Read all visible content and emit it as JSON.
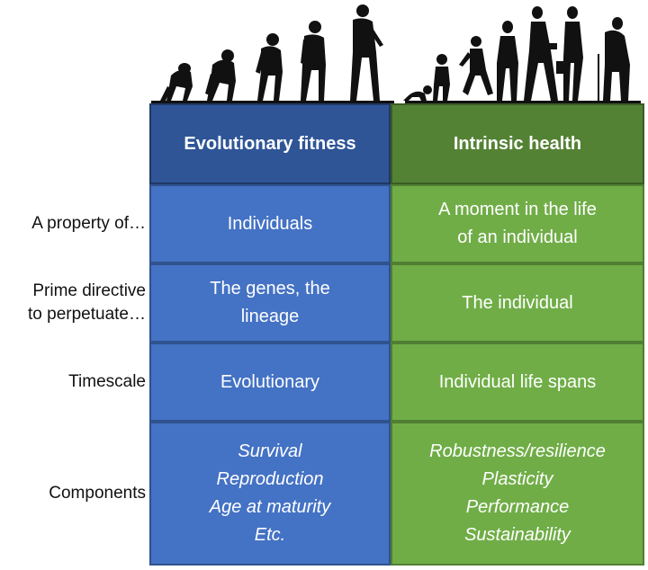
{
  "headers": {
    "fitness": "Evolutionary fitness",
    "health": "Intrinsic health"
  },
  "rows": [
    {
      "label": [
        "A property of…"
      ],
      "fitness": [
        "Individuals"
      ],
      "health": [
        "A moment in the life",
        "of an individual"
      ]
    },
    {
      "label": [
        "Prime directive",
        "to perpetuate…"
      ],
      "fitness": [
        "The genes, the",
        "lineage"
      ],
      "health": [
        "The individual"
      ]
    },
    {
      "label": [
        "Timescale"
      ],
      "fitness": [
        "Evolutionary"
      ],
      "health": [
        "Individual life spans"
      ]
    },
    {
      "label": [
        "Components"
      ],
      "fitness": [
        "Survival",
        "Reproduction",
        "Age at maturity",
        "Etc."
      ],
      "health": [
        "Robustness/resilience",
        "Plasticity",
        "Performance",
        "Sustainability"
      ]
    }
  ],
  "colors": {
    "fitness_header": "#2f5597",
    "health_header": "#548235",
    "fitness_cell": "#4472c4",
    "health_cell": "#70ad47"
  },
  "illustration": {
    "left": "evolution-silhouettes",
    "right": "human-lifespan-silhouettes"
  }
}
